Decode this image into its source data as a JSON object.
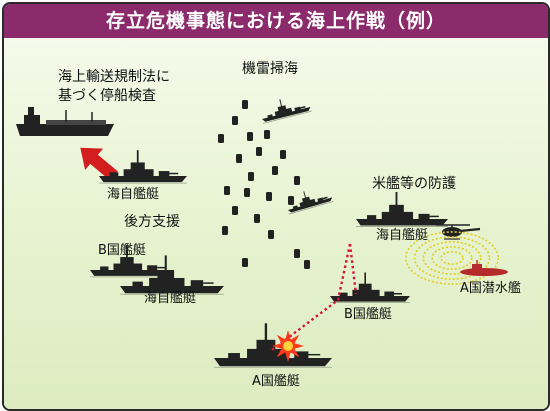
{
  "title": "存立危機事態における海上作戦（例）",
  "labels": {
    "stop_inspection": "海上輸送規制法に\n基づく停船検査",
    "minesweeping": "機雷掃海",
    "jmsdf_ship_top": "海自艦艇",
    "rear_support": "後方支援",
    "country_b_ship_left": "B国艦艇",
    "jmsdf_ship_left": "海自艦艇",
    "us_ship_protection": "米艦等の防護",
    "jmsdf_ship_right": "海自艦艇",
    "country_b_ship_center": "B国艦艇",
    "country_a_submarine": "A国潜水艦",
    "country_a_ship": "A国艦艇"
  },
  "colors": {
    "title_bg": "#8b2b6b",
    "sea": "#e6f2cf",
    "ship": "#222222",
    "arrow": "#d21e1e",
    "laser": "#d4163a",
    "explosion": "#ff3a1a",
    "sonar": "#e3cf1f",
    "submarine": "#b52a2a"
  },
  "icons": [
    "cargo-ship-icon",
    "destroyer-icon",
    "naval-mine-icon",
    "helicopter-icon",
    "submarine-icon",
    "explosion-icon",
    "sonar-rings-icon",
    "arrow-icon"
  ]
}
